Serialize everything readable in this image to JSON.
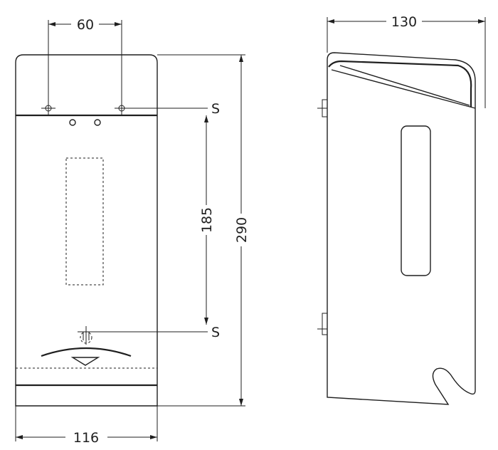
{
  "dimensions": {
    "hole_spacing": "60",
    "mount_spacing": "185",
    "height": "290",
    "width": "116",
    "depth": "130"
  },
  "labels": {
    "screw_top": "S",
    "screw_bottom": "S"
  }
}
